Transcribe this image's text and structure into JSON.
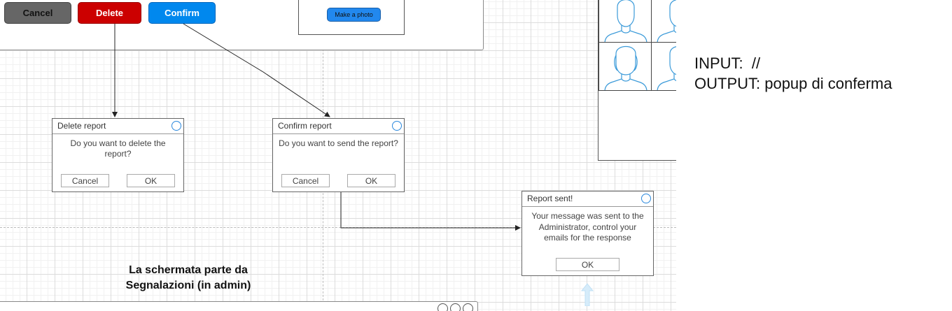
{
  "top_buttons": {
    "cancel": "Cancel",
    "delete": "Delete",
    "confirm": "Confirm"
  },
  "photo_button": "Make a photo",
  "dialogs": {
    "delete": {
      "title": "Delete report",
      "message": "Do you want to delete the report?",
      "cancel": "Cancel",
      "ok": "OK"
    },
    "confirm": {
      "title": "Confirm report",
      "message": "Do you want to send the report?",
      "cancel": "Cancel",
      "ok": "OK"
    },
    "sent": {
      "title": "Report sent!",
      "message": "Your message was sent to the Administrator, control your emails for the response",
      "ok": "OK"
    }
  },
  "caption": {
    "line1": "La schermata parte da",
    "line2": "Segnalazioni (in admin)"
  },
  "notes": {
    "input": "INPUT:  //",
    "output": "OUTPUT: popup di conferma"
  },
  "colors": {
    "cancel": "#666666",
    "delete": "#cc0000",
    "confirm": "#0088ee",
    "accent_blue": "#2a88dd"
  },
  "icons": [
    "user-avatar-icon",
    "close-circle-icon",
    "arrow-up-icon"
  ]
}
